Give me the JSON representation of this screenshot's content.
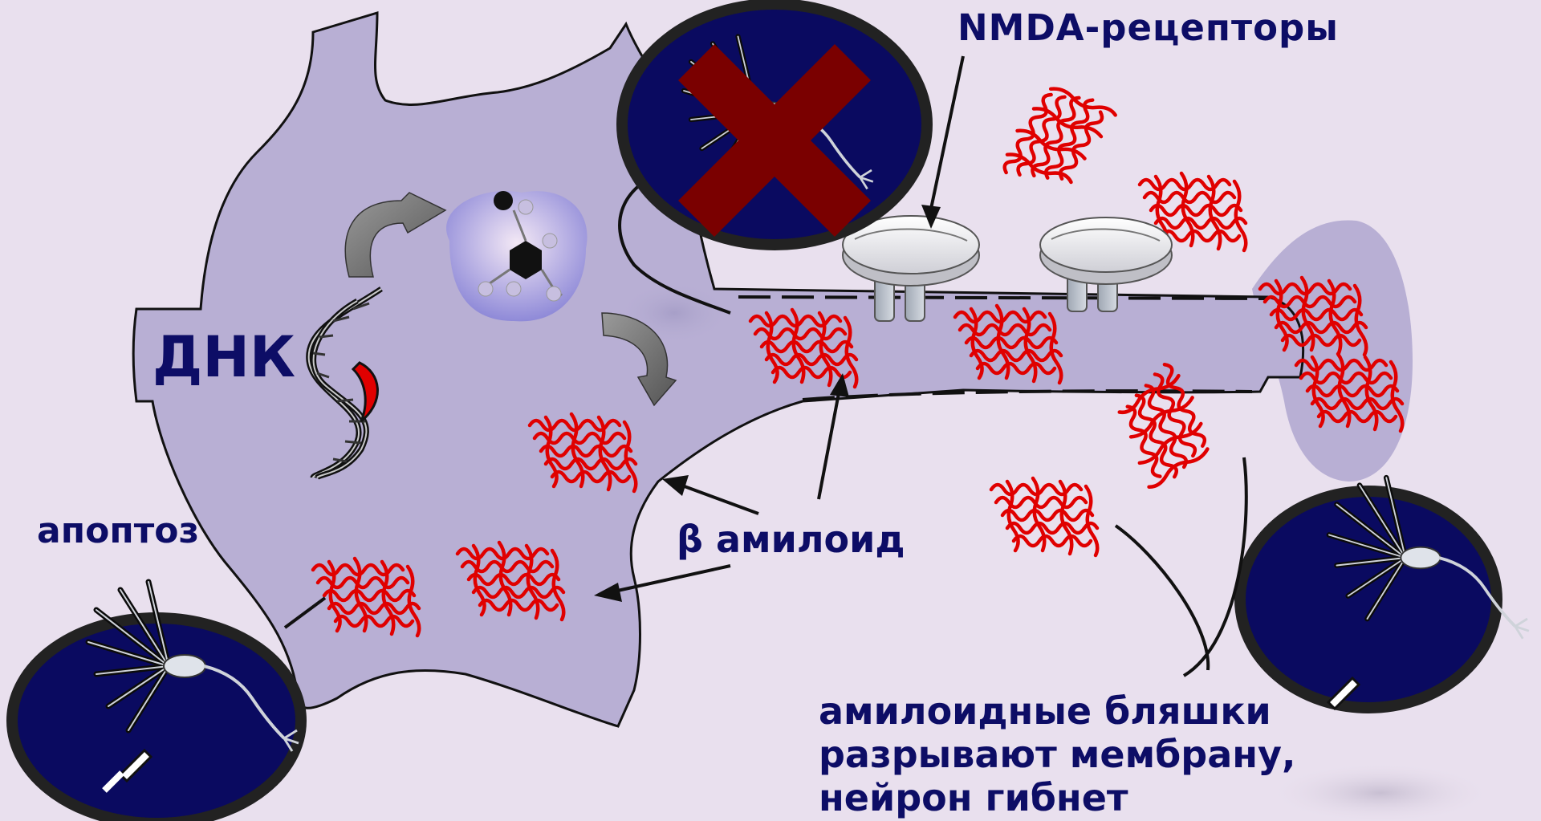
{
  "labels": {
    "nmda_receptors": "NMDA-рецепторы",
    "dna": "ДНК",
    "apoptosis": "апоптоз",
    "beta_amyloid": "β амилоид",
    "plaques_line1": "амилоидные бляшки",
    "plaques_line2": "разрывают мембрану,",
    "plaques_line3": "нейрон гибнет"
  },
  "colors": {
    "background": "#e9e0ee",
    "cell_body": "#b8afd4",
    "amyloid": "#e00000",
    "inset_background": "#0a0a60",
    "cross": "#7a0000",
    "text": "#0d0d66"
  },
  "icons": {
    "dna": "dna-double-helix-icon",
    "molecule": "molecule-icon",
    "cross": "x-mark-icon",
    "receptor": "nmda-receptor-icon",
    "neuron": "neuron-icon"
  }
}
